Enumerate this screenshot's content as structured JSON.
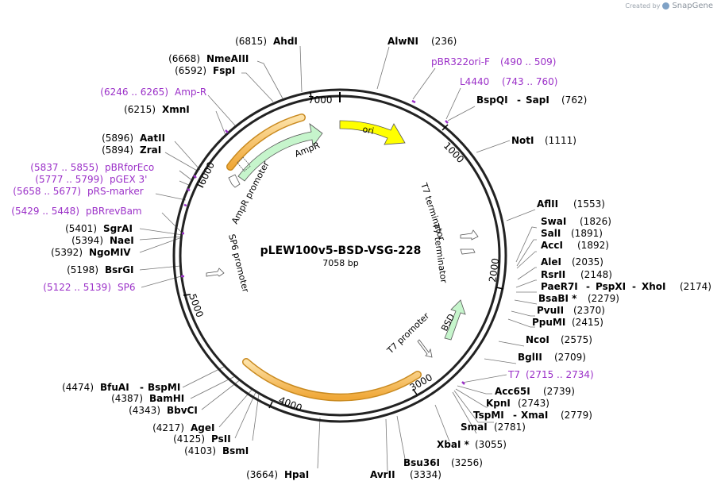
{
  "header": {
    "created_by": "Created by",
    "brand": "SnapGene"
  },
  "plasmid": {
    "name": "pLEW100v5-BSD-VSG-228",
    "size": "7058 bp",
    "length": 7058
  },
  "ticks": [
    "1000",
    "2000",
    "3000",
    "4000",
    "5000",
    "6000",
    "7000"
  ],
  "features": [
    {
      "id": "ori",
      "label": "ori"
    },
    {
      "id": "ampr",
      "label": "AmpR"
    },
    {
      "id": "ampr_promoter",
      "label": "AmpR promoter"
    },
    {
      "id": "t7_term1",
      "label": "T7 terminator"
    },
    {
      "id": "t7_term2",
      "label": "T7 terminator"
    },
    {
      "id": "sp6_promoter",
      "label": "SP6 promoter"
    },
    {
      "id": "t7_promoter",
      "label": "T7 promoter"
    },
    {
      "id": "bsd",
      "label": "BSD"
    }
  ],
  "right_sites": [
    {
      "name": "AlwNI",
      "pos": "(236)"
    },
    {
      "name": "pBR322ori-F",
      "pos": "(490 .. 509)",
      "primer": true
    },
    {
      "name": "L4440",
      "pos": "(743 .. 760)",
      "primer": true
    },
    {
      "name": "BspQI",
      "name2": "SapI",
      "pos": "(762)"
    },
    {
      "name": "NotI",
      "pos": "(1111)"
    },
    {
      "name": "AflII",
      "pos": "(1553)"
    },
    {
      "name": "SwaI",
      "pos": "(1826)"
    },
    {
      "name": "SalI",
      "pos": "(1891)"
    },
    {
      "name": "AccI",
      "pos": "(1892)"
    },
    {
      "name": "AleI",
      "pos": "(2035)"
    },
    {
      "name": "RsrII",
      "pos": "(2148)"
    },
    {
      "name": "PaeR7I",
      "name2": "PspXI",
      "name3": "XhoI",
      "pos": "(2174)"
    },
    {
      "name": "BsaBI *",
      "pos": "(2279)"
    },
    {
      "name": "PvuII",
      "pos": "(2370)"
    },
    {
      "name": "PpuMI",
      "pos": "(2415)"
    },
    {
      "name": "NcoI",
      "pos": "(2575)"
    },
    {
      "name": "BglII",
      "pos": "(2709)"
    },
    {
      "name": "T7",
      "pos": "(2715 .. 2734)",
      "primer": true
    },
    {
      "name": "Acc65I",
      "pos": "(2739)"
    },
    {
      "name": "KpnI",
      "pos": "(2743)"
    },
    {
      "name": "TspMI",
      "name2": "XmaI",
      "pos": "(2779)"
    },
    {
      "name": "SmaI",
      "pos": "(2781)"
    },
    {
      "name": "XbaI *",
      "pos": "(3055)"
    },
    {
      "name": "Bsu36I",
      "pos": "(3256)"
    },
    {
      "name": "AvrII",
      "pos": "(3334)"
    }
  ],
  "left_sites": [
    {
      "name": "AhdI",
      "pos": "(6815)"
    },
    {
      "name": "NmeAIII",
      "pos": "(6668)"
    },
    {
      "name": "FspI",
      "pos": "(6592)"
    },
    {
      "name": "Amp-R",
      "pos": "(6246 .. 6265)",
      "primer": true
    },
    {
      "name": "XmnI",
      "pos": "(6215)"
    },
    {
      "name": "AatII",
      "pos": "(5896)"
    },
    {
      "name": "ZraI",
      "pos": "(5894)"
    },
    {
      "name": "pBRforEco",
      "pos": "(5837 .. 5855)",
      "primer": true
    },
    {
      "name": "pGEX 3'",
      "pos": "(5777 .. 5799)",
      "primer": true
    },
    {
      "name": "pRS-marker",
      "pos": "(5658 .. 5677)",
      "primer": true
    },
    {
      "name": "pBRrevBam",
      "pos": "(5429 .. 5448)",
      "primer": true
    },
    {
      "name": "SgrAI",
      "pos": "(5401)"
    },
    {
      "name": "NaeI",
      "pos": "(5394)"
    },
    {
      "name": "NgoMIV",
      "pos": "(5392)"
    },
    {
      "name": "BsrGI",
      "pos": "(5198)"
    },
    {
      "name": "SP6",
      "pos": "(5122 .. 5139)",
      "primer": true
    },
    {
      "name": "BfuAI",
      "name2": "BspMI",
      "pos": "(4474)"
    },
    {
      "name": "BamHI",
      "pos": "(4387)"
    },
    {
      "name": "BbvCI",
      "pos": "(4343)"
    },
    {
      "name": "AgeI",
      "pos": "(4217)"
    },
    {
      "name": "PsII",
      "pos": "(4125)"
    },
    {
      "name": "BsmI",
      "pos": "(4103)"
    },
    {
      "name": "HpaI",
      "pos": "(3664)"
    }
  ],
  "colors": {
    "ori": "#ffff00",
    "feature_green": "#c6f5cc",
    "orf_orange": "#f5b040",
    "primer": "#9b30c8",
    "backbone": "#222222"
  }
}
